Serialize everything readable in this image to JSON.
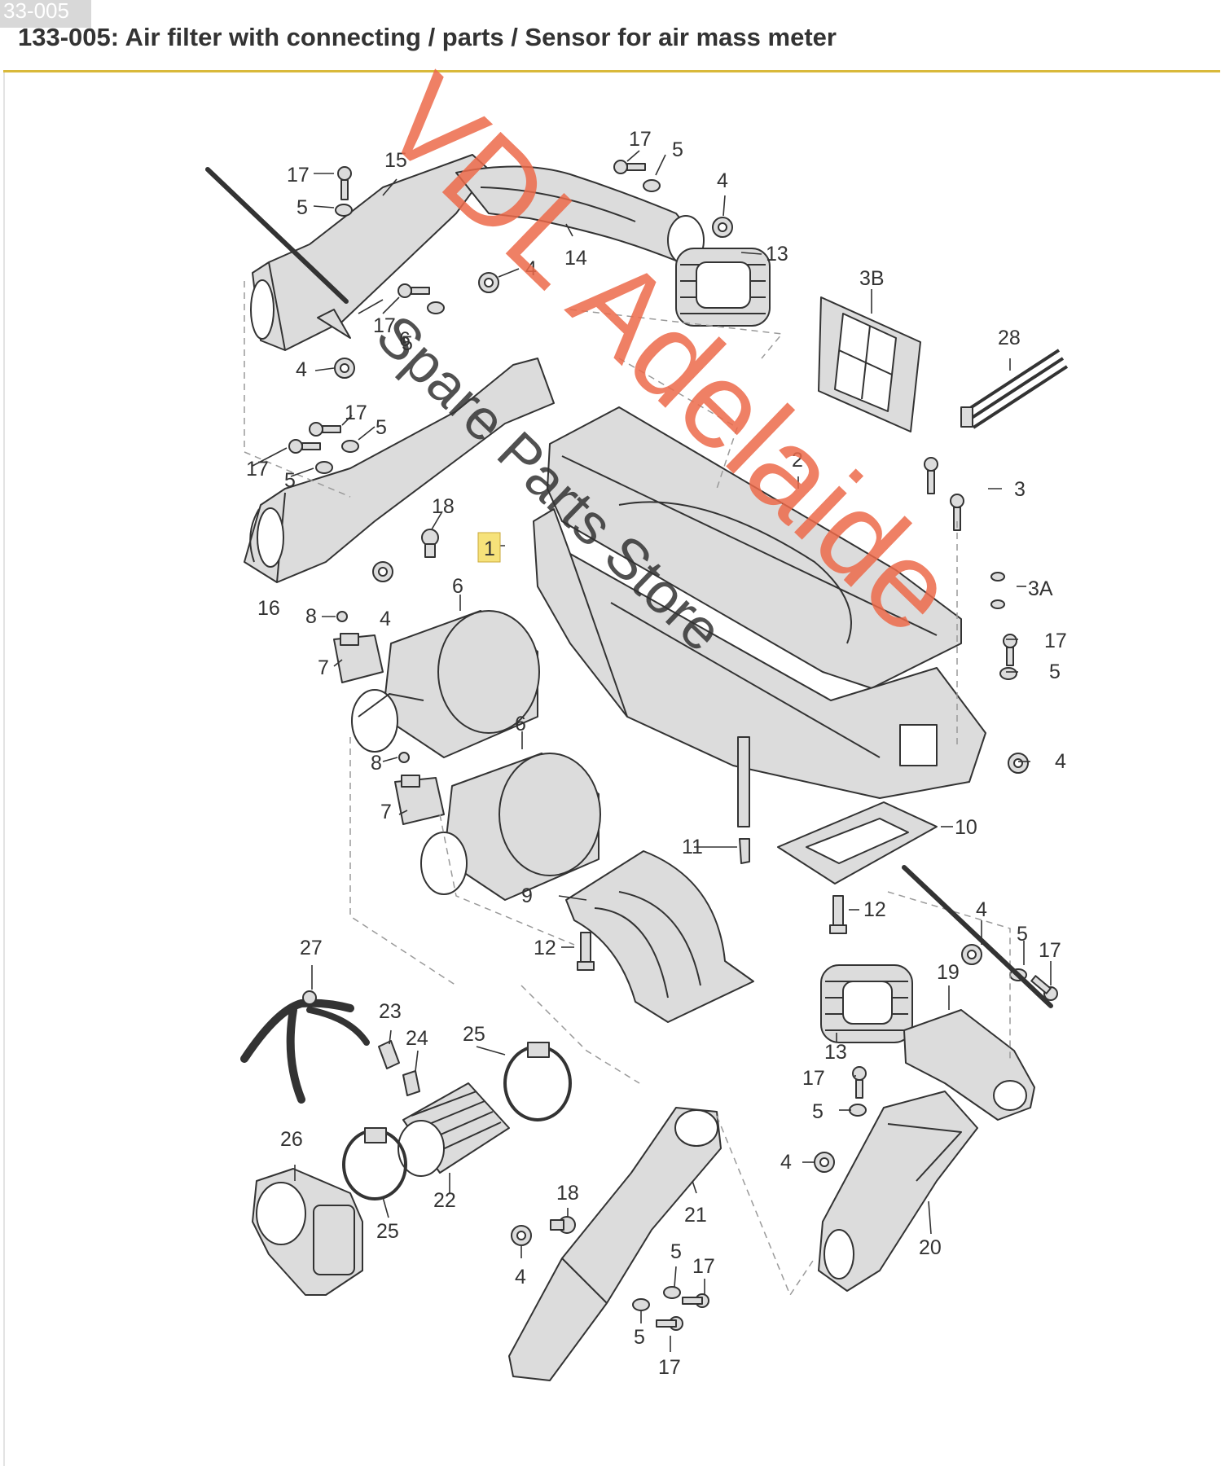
{
  "header": {
    "tag": "33-005",
    "title": "133-005: Air filter with connecting / parts / Sensor for air mass meter"
  },
  "colors": {
    "accent": "#d9b93a",
    "highlight": "#f6e27a",
    "watermark": "#ec6a4a",
    "line": "#333333",
    "part_fill": "#dcdcdc"
  },
  "watermark": {
    "line1": "VDL Adelaide",
    "line2": "Spare Parts Store"
  },
  "callouts": [
    {
      "id": "c1",
      "text": "1"
    },
    {
      "id": "c2",
      "text": "2"
    },
    {
      "id": "c3",
      "text": "3"
    },
    {
      "id": "c3A",
      "text": "3A"
    },
    {
      "id": "c3B",
      "text": "3B"
    },
    {
      "id": "c4a",
      "text": "4"
    },
    {
      "id": "c4b",
      "text": "4"
    },
    {
      "id": "c4c",
      "text": "4"
    },
    {
      "id": "c4d",
      "text": "4"
    },
    {
      "id": "c4e",
      "text": "4"
    },
    {
      "id": "c4f",
      "text": "4"
    },
    {
      "id": "c4g",
      "text": "4"
    },
    {
      "id": "c4h",
      "text": "4"
    },
    {
      "id": "c5a",
      "text": "5"
    },
    {
      "id": "c5b",
      "text": "5"
    },
    {
      "id": "c5c",
      "text": "5"
    },
    {
      "id": "c5d",
      "text": "5"
    },
    {
      "id": "c5e",
      "text": "5"
    },
    {
      "id": "c5f",
      "text": "5"
    },
    {
      "id": "c5g",
      "text": "5"
    },
    {
      "id": "c5h",
      "text": "5"
    },
    {
      "id": "c5i",
      "text": "5"
    },
    {
      "id": "c5j",
      "text": "5"
    },
    {
      "id": "c6a",
      "text": "6"
    },
    {
      "id": "c6b",
      "text": "6"
    },
    {
      "id": "c6c",
      "text": "6"
    },
    {
      "id": "c7a",
      "text": "7"
    },
    {
      "id": "c7b",
      "text": "7"
    },
    {
      "id": "c8a",
      "text": "8"
    },
    {
      "id": "c8b",
      "text": "8"
    },
    {
      "id": "c9",
      "text": "9"
    },
    {
      "id": "c10",
      "text": "10"
    },
    {
      "id": "c11",
      "text": "11"
    },
    {
      "id": "c12a",
      "text": "12"
    },
    {
      "id": "c12b",
      "text": "12"
    },
    {
      "id": "c13a",
      "text": "13"
    },
    {
      "id": "c13b",
      "text": "13"
    },
    {
      "id": "c14",
      "text": "14"
    },
    {
      "id": "c15",
      "text": "15"
    },
    {
      "id": "c16",
      "text": "16"
    },
    {
      "id": "c17a",
      "text": "17"
    },
    {
      "id": "c17b",
      "text": "17"
    },
    {
      "id": "c17c",
      "text": "17"
    },
    {
      "id": "c17d",
      "text": "17"
    },
    {
      "id": "c17e",
      "text": "17"
    },
    {
      "id": "c17f",
      "text": "17"
    },
    {
      "id": "c17g",
      "text": "17"
    },
    {
      "id": "c17h",
      "text": "17"
    },
    {
      "id": "c17i",
      "text": "17"
    },
    {
      "id": "c17j",
      "text": "17"
    },
    {
      "id": "c18a",
      "text": "18"
    },
    {
      "id": "c18b",
      "text": "18"
    },
    {
      "id": "c19",
      "text": "19"
    },
    {
      "id": "c20",
      "text": "20"
    },
    {
      "id": "c21",
      "text": "21"
    },
    {
      "id": "c22",
      "text": "22"
    },
    {
      "id": "c23",
      "text": "23"
    },
    {
      "id": "c24",
      "text": "24"
    },
    {
      "id": "c25a",
      "text": "25"
    },
    {
      "id": "c25b",
      "text": "25"
    },
    {
      "id": "c26",
      "text": "26"
    },
    {
      "id": "c27",
      "text": "27"
    },
    {
      "id": "c28",
      "text": "28"
    }
  ]
}
